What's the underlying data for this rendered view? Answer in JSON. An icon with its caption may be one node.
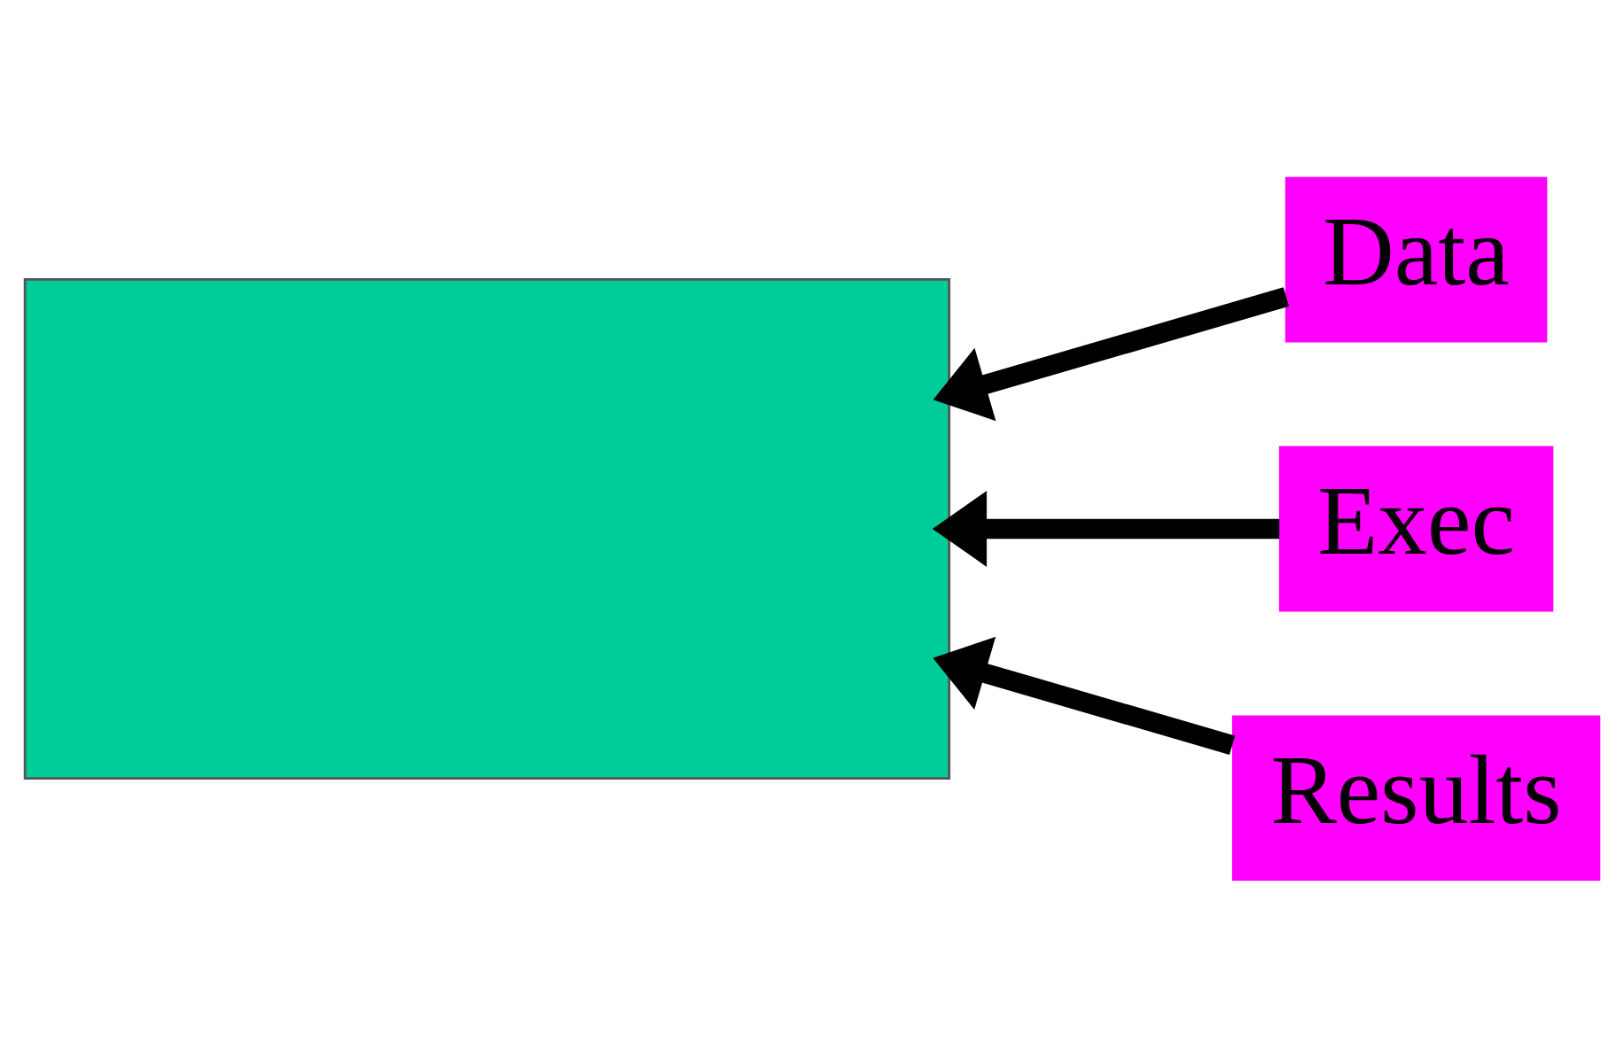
{
  "diagram": {
    "nodes": [
      {
        "text": [],
        "shape": "box"
      },
      {
        "text": [
          "Data"
        ]
      },
      {
        "text": [
          "Exec"
        ]
      },
      {
        "text": [
          "Results"
        ]
      }
    ],
    "edges": [
      {
        "from": 1,
        "to": 0,
        "arrow": "to"
      },
      {
        "from": 2,
        "to": 0,
        "arrow": "to"
      },
      {
        "from": 3,
        "to": 0,
        "arrow": "to"
      }
    ]
  }
}
